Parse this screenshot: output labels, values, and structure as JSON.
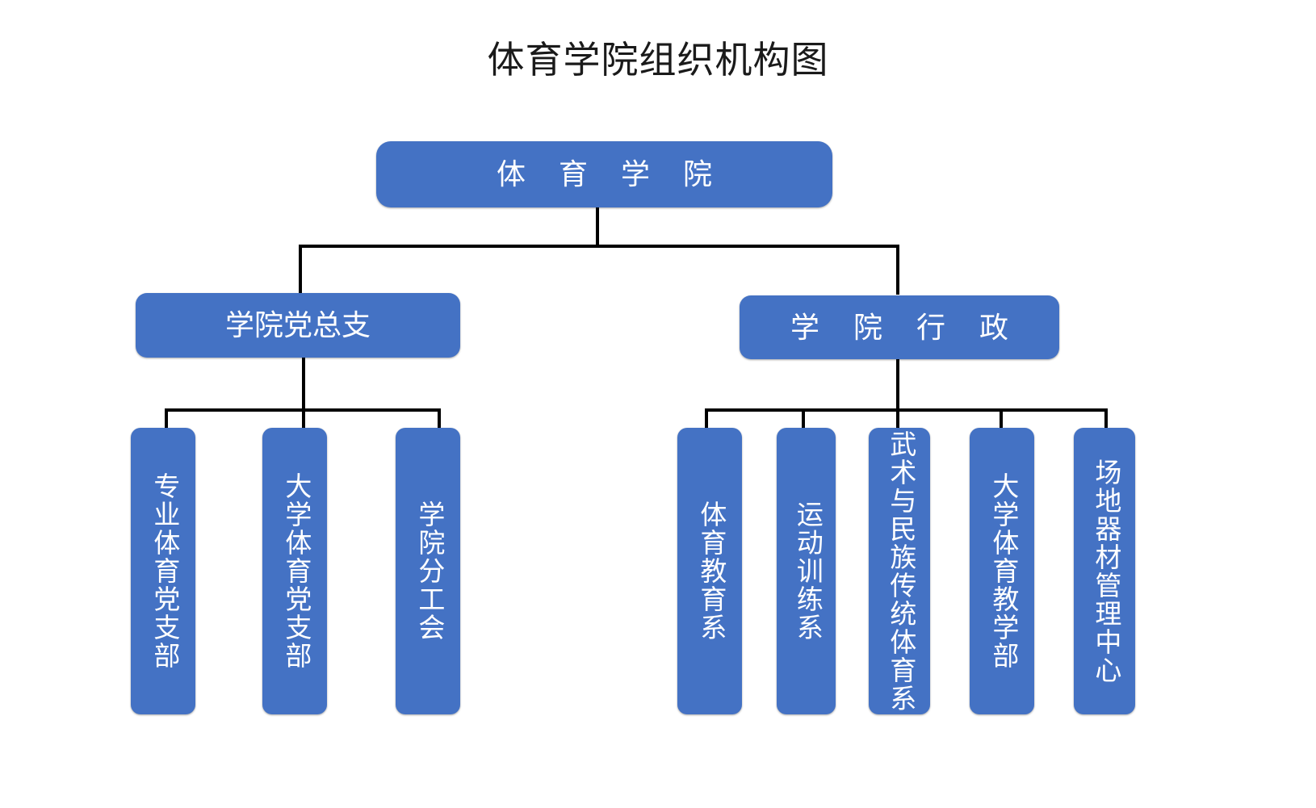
{
  "title": "体育学院组织机构图",
  "colors": {
    "node_fill": "#4472C4",
    "node_text": "#FFFFFF",
    "line": "#000000",
    "background": "#FFFFFF",
    "title_text": "#1A1A1A"
  },
  "chart_data": {
    "type": "diagram",
    "diagram_kind": "organization-chart",
    "title": "体育学院组织机构图",
    "orientation": "top-down",
    "levels": 3,
    "nodes": [
      {
        "id": "root",
        "label": "体 育 学 院",
        "level": 0,
        "parent": null
      },
      {
        "id": "party",
        "label": "学院党总支",
        "level": 1,
        "parent": "root"
      },
      {
        "id": "admin",
        "label": "学 院 行 政",
        "level": 1,
        "parent": "root"
      },
      {
        "id": "party-1",
        "label": "专业体育党支部",
        "level": 2,
        "parent": "party"
      },
      {
        "id": "party-2",
        "label": "大学体育党支部",
        "level": 2,
        "parent": "party"
      },
      {
        "id": "party-3",
        "label": "学院分工会",
        "level": 2,
        "parent": "party"
      },
      {
        "id": "admin-1",
        "label": "体育教育系",
        "level": 2,
        "parent": "admin"
      },
      {
        "id": "admin-2",
        "label": "运动训练系",
        "level": 2,
        "parent": "admin"
      },
      {
        "id": "admin-3",
        "label": "武术与民族传统体育系",
        "level": 2,
        "parent": "admin"
      },
      {
        "id": "admin-4",
        "label": "大学体育教学部",
        "level": 2,
        "parent": "admin"
      },
      {
        "id": "admin-5",
        "label": "场地器材管理中心",
        "level": 2,
        "parent": "admin"
      }
    ],
    "edges": [
      {
        "from": "root",
        "to": "party"
      },
      {
        "from": "root",
        "to": "admin"
      },
      {
        "from": "party",
        "to": "party-1"
      },
      {
        "from": "party",
        "to": "party-2"
      },
      {
        "from": "party",
        "to": "party-3"
      },
      {
        "from": "admin",
        "to": "admin-1"
      },
      {
        "from": "admin",
        "to": "admin-2"
      },
      {
        "from": "admin",
        "to": "admin-3"
      },
      {
        "from": "admin",
        "to": "admin-4"
      },
      {
        "from": "admin",
        "to": "admin-5"
      }
    ]
  },
  "root": {
    "label": "体 育 学 院"
  },
  "branches": {
    "party": {
      "label": "学院党总支",
      "children": [
        {
          "label": "专业体育党支部"
        },
        {
          "label": "大学体育党支部"
        },
        {
          "label": "学院分工会"
        }
      ]
    },
    "admin": {
      "label": "学 院 行 政",
      "children": [
        {
          "label": "体育教育系"
        },
        {
          "label": "运动训练系"
        },
        {
          "label": "武术与民族传统体育系"
        },
        {
          "label": "大学体育教学部"
        },
        {
          "label": "场地器材管理中心"
        }
      ]
    }
  }
}
